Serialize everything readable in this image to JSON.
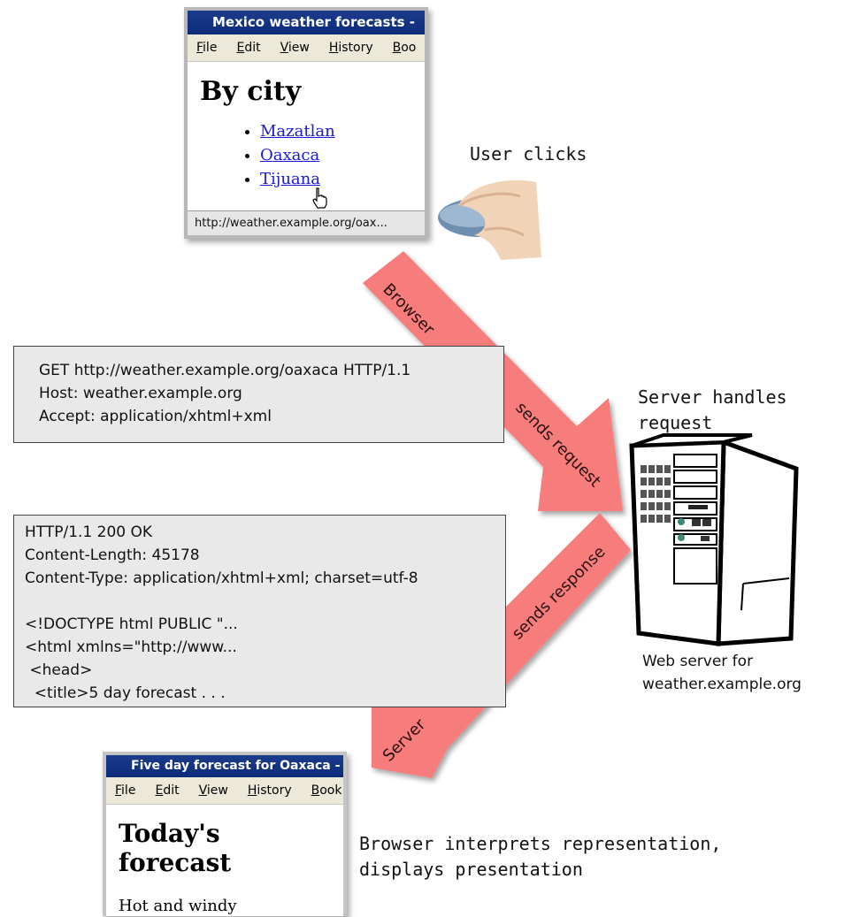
{
  "top_browser": {
    "title": "Mexico weather forecasts -",
    "menu": [
      "File",
      "Edit",
      "View",
      "History",
      "Boo"
    ],
    "heading": "By city",
    "cities": [
      "Mazatlan",
      "Oaxaca",
      "Tijuana"
    ],
    "status_url": "http://weather.example.org/oax..."
  },
  "user_caption": "User clicks",
  "arrows": {
    "browser": "Browser",
    "sends_request": "sends request",
    "sends_response": "sends response",
    "server": "Server"
  },
  "request_lines": [
    "GET http://weather.example.org/oaxaca HTTP/1.1",
    "Host: weather.example.org",
    "Accept: application/xhtml+xml"
  ],
  "server_caption": [
    "Server handles",
    "request"
  ],
  "response_lines": [
    "HTTP/1.1 200 OK",
    "Content-Length: 45178",
    "Content-Type: application/xhtml+xml; charset=utf-8",
    "",
    "<!DOCTYPE html PUBLIC \"...",
    "<html xmlns=\"http://www...",
    " <head>",
    "  <title>5 day forecast . . ."
  ],
  "webserver_label": [
    "Web server for",
    "weather.example.org"
  ],
  "bottom_browser": {
    "title": "Five day forecast for Oaxaca -",
    "menu": [
      "File",
      "Edit",
      "View",
      "History",
      "Book"
    ],
    "heading": "Today's forecast",
    "body": "Hot and windy"
  },
  "browser_caption": [
    "Browser interprets representation,",
    "displays presentation"
  ],
  "colors": {
    "arrow": "#f77b7b",
    "box": "#e9e9e9",
    "titlebar": "#0c2a78"
  }
}
